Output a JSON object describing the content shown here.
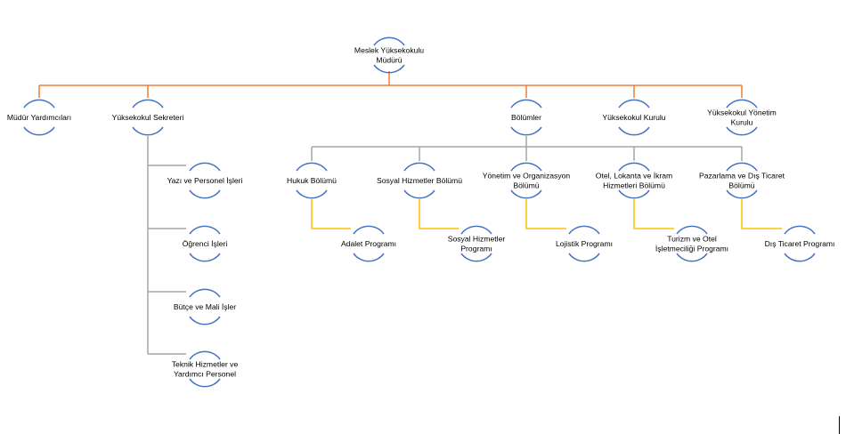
{
  "colors": {
    "arc": "#4472c4",
    "level1_connector": "#ed7d31",
    "level2_connector": "#a5a5a5",
    "level3_connector": "#ffc000"
  },
  "nodes": {
    "root": "Meslek Yüksekokulu\nMüdürü",
    "mudur_yardimcilari": "Müdür Yardımcıları",
    "yuksekokul_sekreteri": "Yüksekokul Sekreteri",
    "bolumler": "Bölümler",
    "yuksekokul_kurulu": "Yüksekokul Kurulu",
    "yonetim_kurulu": "Yüksekokul Yönetim\nKurulu",
    "yazi_personel": "Yazı ve Personel İşleri",
    "ogrenci_isleri": "Öğrenci İşleri",
    "butce_mali": "Bütçe ve Mali İşler",
    "teknik_hizmetler": "Teknik Hizmetler ve\nYardımcı Personel",
    "hukuk": "Hukuk Bölümü",
    "sosyal_hizmetler": "Sosyal Hizmetler Bölümü",
    "yonetim_organizasyon": "Yönetim ve Organizasyon\nBölümü",
    "otel_lokanta": "Otel, Lokanta ve İkram\nHizmetleri Bölümü",
    "pazarlama": "Pazarlama ve Dış Ticaret\nBölümü",
    "adalet": "Adalet Programı",
    "sosyal_hizmetler_prog": "Sosyal Hizmetler\nProgramı",
    "lojistik": "Lojistik Programı",
    "turizm_otel": "Turizm ve Otel\nİşletmeciliği Programı",
    "dis_ticaret": "Dış Ticaret Programı"
  }
}
